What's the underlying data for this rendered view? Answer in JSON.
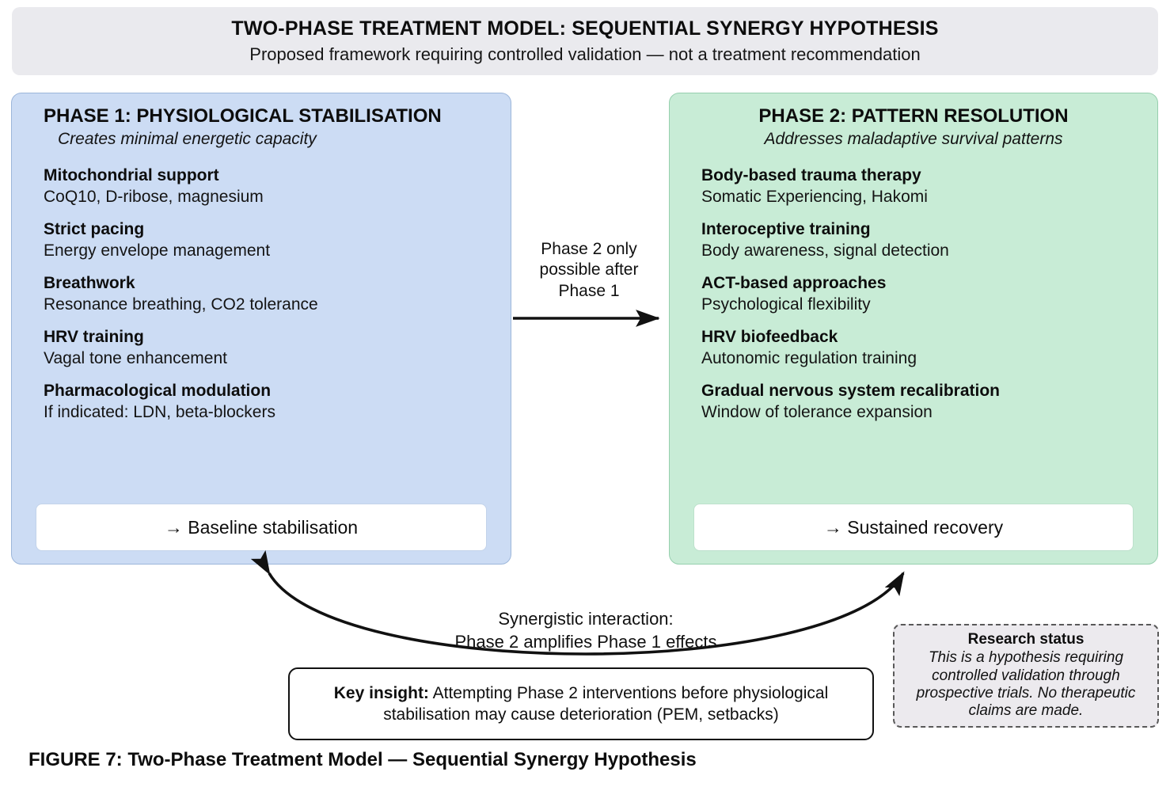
{
  "header": {
    "title": "TWO-PHASE TREATMENT MODEL: SEQUENTIAL SYNERGY HYPOTHESIS",
    "subtitle": "Proposed framework requiring controlled validation — not a treatment recommendation"
  },
  "phase1": {
    "title": "PHASE 1: PHYSIOLOGICAL STABILISATION",
    "subtitle": "Creates minimal energetic capacity",
    "items": [
      {
        "title": "Mitochondrial support",
        "desc": "CoQ10, D-ribose, magnesium"
      },
      {
        "title": "Strict pacing",
        "desc": "Energy envelope management"
      },
      {
        "title": "Breathwork",
        "desc": "Resonance breathing, CO2 tolerance"
      },
      {
        "title": "HRV training",
        "desc": "Vagal tone enhancement"
      },
      {
        "title": "Pharmacological modulation",
        "desc": "If indicated: LDN, beta-blockers"
      }
    ],
    "outcome": "→ Baseline stabilisation"
  },
  "phase2": {
    "title": "PHASE 2: PATTERN RESOLUTION",
    "subtitle": "Addresses maladaptive survival patterns",
    "items": [
      {
        "title": "Body-based trauma therapy",
        "desc": "Somatic Experiencing, Hakomi"
      },
      {
        "title": "Interoceptive training",
        "desc": "Body awareness, signal detection"
      },
      {
        "title": "ACT-based approaches",
        "desc": "Psychological flexibility"
      },
      {
        "title": "HRV biofeedback",
        "desc": "Autonomic regulation training"
      },
      {
        "title": "Gradual nervous system recalibration",
        "desc": "Window of tolerance expansion"
      }
    ],
    "outcome": "→ Sustained recovery"
  },
  "connector": {
    "label": "Phase 2 only\npossible after\nPhase 1"
  },
  "synergy": {
    "label": "Synergistic interaction:\nPhase 2 amplifies Phase 1 effects"
  },
  "key_insight": {
    "lead": "Key insight:",
    "text": " Attempting Phase 2 interventions before physiological stabilisation may cause deterioration (PEM, setbacks)"
  },
  "research_status": {
    "title": "Research status",
    "body": "This is a hypothesis requiring controlled validation through prospective trials. No therapeutic claims are made."
  },
  "caption": "FIGURE 7: Two-Phase Treatment Model — Sequential Synergy Hypothesis",
  "colors": {
    "banner_bg": "#eaeaee",
    "phase1_bg": "#ccdcf4",
    "phase1_border": "#9cb6da",
    "phase2_bg": "#c8ecd6",
    "phase2_border": "#96cfae",
    "arrow": "#111111",
    "research_bg": "#eceaee"
  }
}
